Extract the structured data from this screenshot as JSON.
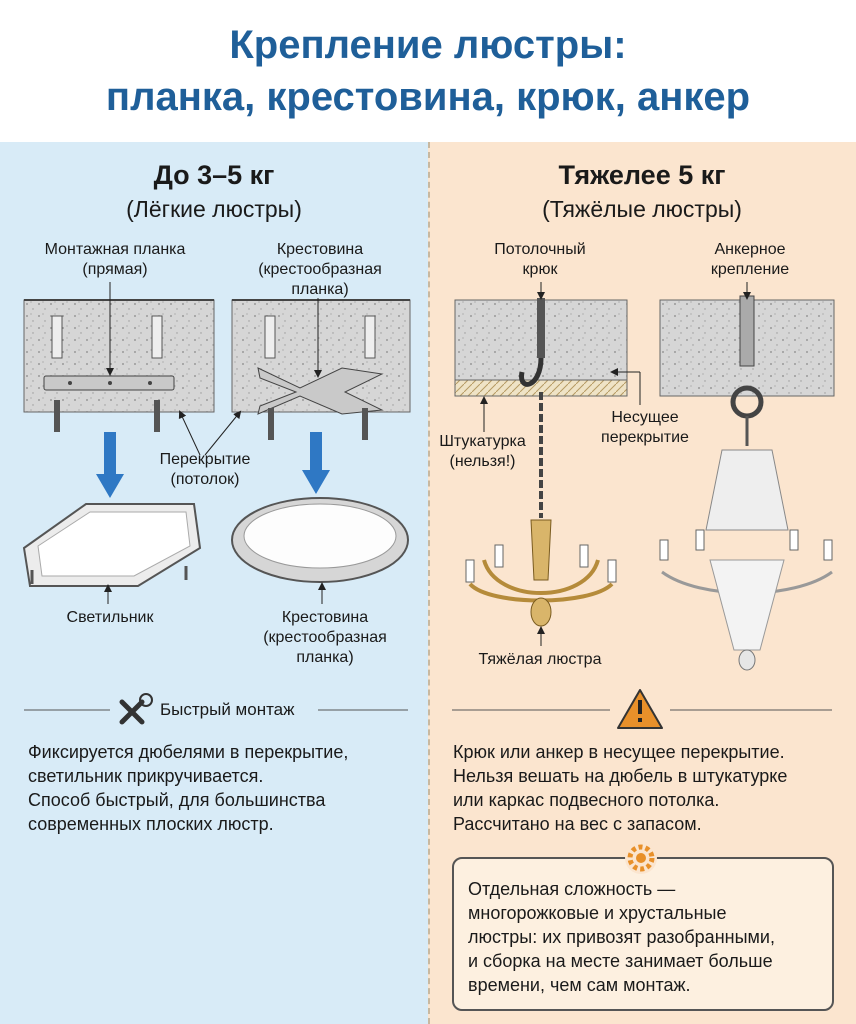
{
  "header": {
    "line1": "Крепление люстры:",
    "line2": "планка, крестовина, крюк, анкер"
  },
  "left": {
    "title": "До 3–5 кг",
    "subtitle": "(Лёгкие люстры)",
    "labels": {
      "plate_1": "Монтажная планка",
      "plate_2": "(прямая)",
      "cross_1": "Крестовина",
      "cross_2": "(крестообразная",
      "cross_3": "планка)",
      "ceiling_1": "Перекрытие",
      "ceiling_2": "(потолок)",
      "lamp": "Светильник",
      "cross_b1": "Крестовина",
      "cross_b2": "(крестообразная",
      "cross_b3": "планка)"
    },
    "section": "Быстрый монтаж",
    "text": [
      "Фиксируется дюбелями в перекрытие,",
      "светильник прикручивается.",
      "Способ быстрый, для большинства",
      "современных плоских люстр."
    ]
  },
  "right": {
    "title": "Тяжелее 5 кг",
    "subtitle": "(Тяжёлые люстры)",
    "labels": {
      "hook_1": "Потолочный",
      "hook_2": "крюк",
      "anchor_1": "Анкерное",
      "anchor_2": "крепление",
      "plaster_1": "Штукатурка",
      "plaster_2": "(нельзя!)",
      "slab_1": "Несущее",
      "slab_2": "перекрытие",
      "heavy": "Тяжёлая люстра"
    },
    "text": [
      "Крюк или анкер в несущее перекрытие.",
      "Нельзя вешать на дюбель в штукатурке",
      "или каркас подвесного потолка.",
      "Рассчитано на вес с запасом."
    ],
    "note": [
      "Отдельная сложность —",
      "многорожковые и хрустальные",
      "люстры: их привозят разобранными,",
      "и сборка на месте занимает больше",
      "времени, чем сам монтаж."
    ]
  },
  "icons": [
    "tools-icon",
    "warning-icon",
    "gear-icon"
  ],
  "colors": {
    "title": "#1f5f99",
    "left_bg": "#d8ebf7",
    "right_bg": "#fbe5cf",
    "arrow": "#2f78c4",
    "warning": "#e8902a"
  }
}
